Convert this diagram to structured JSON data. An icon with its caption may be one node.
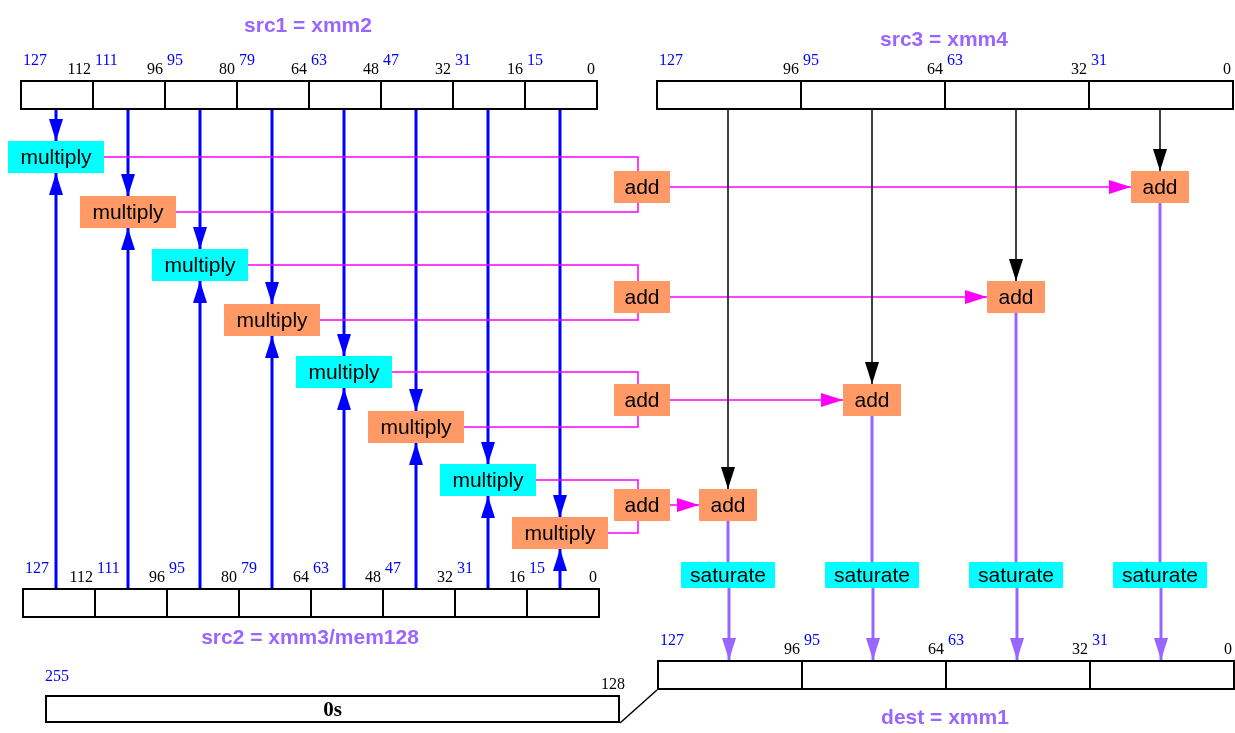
{
  "diagram": {
    "nodes": [
      {
        "text": [
          "src1 = xmm2"
        ]
      },
      {
        "text": [],
        "shape": "box",
        "in": 0
      },
      {
        "text": [],
        "shape": "box",
        "in": 0
      },
      {
        "text": [],
        "shape": "box",
        "in": 0
      },
      {
        "text": [],
        "shape": "box",
        "in": 0
      },
      {
        "text": [],
        "shape": "box",
        "in": 0
      },
      {
        "text": [],
        "shape": "box",
        "in": 0
      },
      {
        "text": [],
        "shape": "box",
        "in": 0
      },
      {
        "text": [],
        "shape": "box",
        "in": 0
      },
      {
        "text": [
          "src3 = xmm4"
        ]
      },
      {
        "text": [],
        "shape": "box",
        "in": 9
      },
      {
        "text": [],
        "shape": "box",
        "in": 9
      },
      {
        "text": [],
        "shape": "box",
        "in": 9
      },
      {
        "text": [],
        "shape": "box",
        "in": 9
      },
      {
        "text": [
          "multiply"
        ]
      },
      {
        "text": [
          "multiply"
        ]
      },
      {
        "text": [
          "multiply"
        ]
      },
      {
        "text": [
          "multiply"
        ]
      },
      {
        "text": [
          "multiply"
        ]
      },
      {
        "text": [
          "multiply"
        ]
      },
      {
        "text": [
          "multiply"
        ]
      },
      {
        "text": [
          "multiply"
        ]
      },
      {
        "text": [
          "add"
        ]
      },
      {
        "text": [
          "add"
        ]
      },
      {
        "text": [
          "add"
        ]
      },
      {
        "text": [
          "add"
        ]
      },
      {
        "text": [
          "add"
        ]
      },
      {
        "text": [
          "add"
        ]
      },
      {
        "text": [
          "add"
        ]
      },
      {
        "text": [
          "add"
        ]
      },
      {
        "text": [
          "saturate"
        ]
      },
      {
        "text": [
          "saturate"
        ]
      },
      {
        "text": [
          "saturate"
        ]
      },
      {
        "text": [
          "saturate"
        ]
      },
      {
        "text": [
          "src2 = xmm3/mem128"
        ]
      },
      {
        "text": [],
        "shape": "box",
        "in": 34
      },
      {
        "text": [],
        "shape": "box",
        "in": 34
      },
      {
        "text": [],
        "shape": "box",
        "in": 34
      },
      {
        "text": [],
        "shape": "box",
        "in": 34
      },
      {
        "text": [],
        "shape": "box",
        "in": 34
      },
      {
        "text": [],
        "shape": "box",
        "in": 34
      },
      {
        "text": [],
        "shape": "box",
        "in": 34
      },
      {
        "text": [],
        "shape": "box",
        "in": 34
      },
      {
        "text": [
          "0s"
        ]
      },
      {
        "text": [
          "dest = xmm1"
        ]
      },
      {
        "text": [],
        "shape": "box",
        "in": 44
      },
      {
        "text": [],
        "shape": "box",
        "in": 44
      },
      {
        "text": [],
        "shape": "box",
        "in": 44
      },
      {
        "text": [],
        "shape": "box",
        "in": 44
      }
    ],
    "edges": [
      {
        "from": 1,
        "to": 14,
        "arrow": "to"
      },
      {
        "from": 2,
        "to": 15,
        "arrow": "to"
      },
      {
        "from": 3,
        "to": 16,
        "arrow": "to"
      },
      {
        "from": 4,
        "to": 17,
        "arrow": "to"
      },
      {
        "from": 5,
        "to": 18,
        "arrow": "to"
      },
      {
        "from": 6,
        "to": 19,
        "arrow": "to"
      },
      {
        "from": 7,
        "to": 20,
        "arrow": "to"
      },
      {
        "from": 8,
        "to": 21,
        "arrow": "to"
      },
      {
        "from": 35,
        "to": 14,
        "arrow": "to"
      },
      {
        "from": 36,
        "to": 15,
        "arrow": "to"
      },
      {
        "from": 37,
        "to": 16,
        "arrow": "to"
      },
      {
        "from": 38,
        "to": 17,
        "arrow": "to"
      },
      {
        "from": 39,
        "to": 18,
        "arrow": "to"
      },
      {
        "from": 40,
        "to": 19,
        "arrow": "to"
      },
      {
        "from": 41,
        "to": 20,
        "arrow": "to"
      },
      {
        "from": 42,
        "to": 21,
        "arrow": "to"
      },
      {
        "from": 14,
        "to": 22,
        "arrow": "none",
        "color": "#ff00ff"
      },
      {
        "from": 15,
        "to": 22,
        "arrow": "none",
        "color": "#ff00ff"
      },
      {
        "from": 16,
        "to": 23,
        "arrow": "none",
        "color": "#ff00ff"
      },
      {
        "from": 17,
        "to": 23,
        "arrow": "none",
        "color": "#ff00ff"
      },
      {
        "from": 18,
        "to": 24,
        "arrow": "none",
        "color": "#ff00ff"
      },
      {
        "from": 19,
        "to": 24,
        "arrow": "none",
        "color": "#ff00ff"
      },
      {
        "from": 20,
        "to": 25,
        "arrow": "none",
        "color": "#ff00ff"
      },
      {
        "from": 21,
        "to": 25,
        "arrow": "none",
        "color": "#ff00ff"
      },
      {
        "from": 22,
        "to": 26,
        "arrow": "to",
        "color": "#ff00ff"
      },
      {
        "from": 23,
        "to": 27,
        "arrow": "to",
        "color": "#ff00ff"
      },
      {
        "from": 24,
        "to": 28,
        "arrow": "to",
        "color": "#ff00ff"
      },
      {
        "from": 25,
        "to": 29,
        "arrow": "to",
        "color": "#ff00ff"
      },
      {
        "from": 10,
        "to": 29,
        "arrow": "to",
        "color": "#000000"
      },
      {
        "from": 11,
        "to": 28,
        "arrow": "to",
        "color": "#000000"
      },
      {
        "from": 12,
        "to": 27,
        "arrow": "to",
        "color": "#000000"
      },
      {
        "from": 13,
        "to": 26,
        "arrow": "to",
        "color": "#000000"
      },
      {
        "from": 29,
        "to": 30,
        "arrow": "none",
        "color": "#9966ff"
      },
      {
        "from": 28,
        "to": 31,
        "arrow": "none",
        "color": "#9966ff"
      },
      {
        "from": 27,
        "to": 32,
        "arrow": "none",
        "color": "#9966ff"
      },
      {
        "from": 26,
        "to": 33,
        "arrow": "none",
        "color": "#9966ff"
      },
      {
        "from": 30,
        "to": 45,
        "arrow": "to",
        "color": "#9966ff"
      },
      {
        "from": 31,
        "to": 46,
        "arrow": "to",
        "color": "#9966ff"
      },
      {
        "from": 32,
        "to": 47,
        "arrow": "to",
        "color": "#9966ff"
      },
      {
        "from": 33,
        "to": 48,
        "arrow": "to",
        "color": "#9966ff"
      },
      {
        "from": 43,
        "to": 44,
        "arrow": "none",
        "color": "#000000"
      }
    ],
    "labels": [
      "127",
      "112",
      "111",
      "96",
      "95",
      "80",
      "79",
      "64",
      "63",
      "48",
      "47",
      "32",
      "31",
      "16",
      "15",
      "0",
      "127",
      "96",
      "95",
      "64",
      "63",
      "32",
      "31",
      "0",
      "127",
      "112",
      "111",
      "96",
      "95",
      "80",
      "79",
      "64",
      "63",
      "48",
      "47",
      "32",
      "31",
      "16",
      "15",
      "0",
      "127",
      "96",
      "95",
      "64",
      "63",
      "32",
      "31",
      "0",
      "255",
      "128"
    ]
  }
}
